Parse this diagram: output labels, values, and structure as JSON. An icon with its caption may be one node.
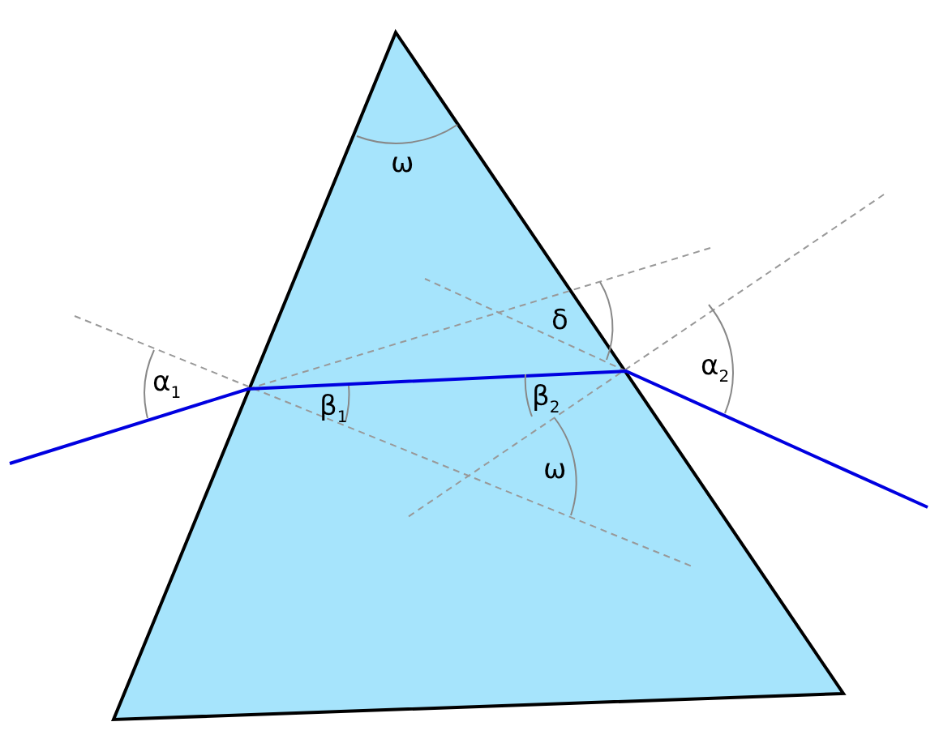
{
  "diagram": {
    "labels": [
      "ω",
      "δ",
      "α$_{1}$",
      "α$_{2}$",
      "β$_{1}$",
      "β$_{2}$",
      "ω"
    ]
  }
}
